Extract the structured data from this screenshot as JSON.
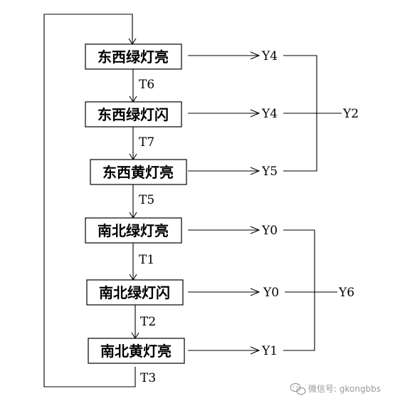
{
  "states": [
    {
      "label": "东西绿灯亮",
      "output": "Y4",
      "next_transition": "T6"
    },
    {
      "label": "东西绿灯闪",
      "output": "Y4",
      "next_transition": "T7"
    },
    {
      "label": "东西黄灯亮",
      "output": "Y5",
      "next_transition": "T5"
    },
    {
      "label": "南北绿灯亮",
      "output": "Y0",
      "next_transition": "T1"
    },
    {
      "label": "南北绿灯闪",
      "output": "Y0",
      "next_transition": "T2"
    },
    {
      "label": "南北黄灯亮",
      "output": "Y1",
      "next_transition": "T3"
    }
  ],
  "groups": [
    {
      "label": "Y2",
      "members": [
        0,
        1,
        2
      ]
    },
    {
      "label": "Y6",
      "members": [
        3,
        4,
        5
      ]
    }
  ],
  "watermark": {
    "text": "微信号: gkongbbs",
    "icon": "wechat-icon"
  },
  "colors": {
    "stroke": "#000000",
    "background": "#ffffff",
    "watermark": "#9a9a9a"
  }
}
